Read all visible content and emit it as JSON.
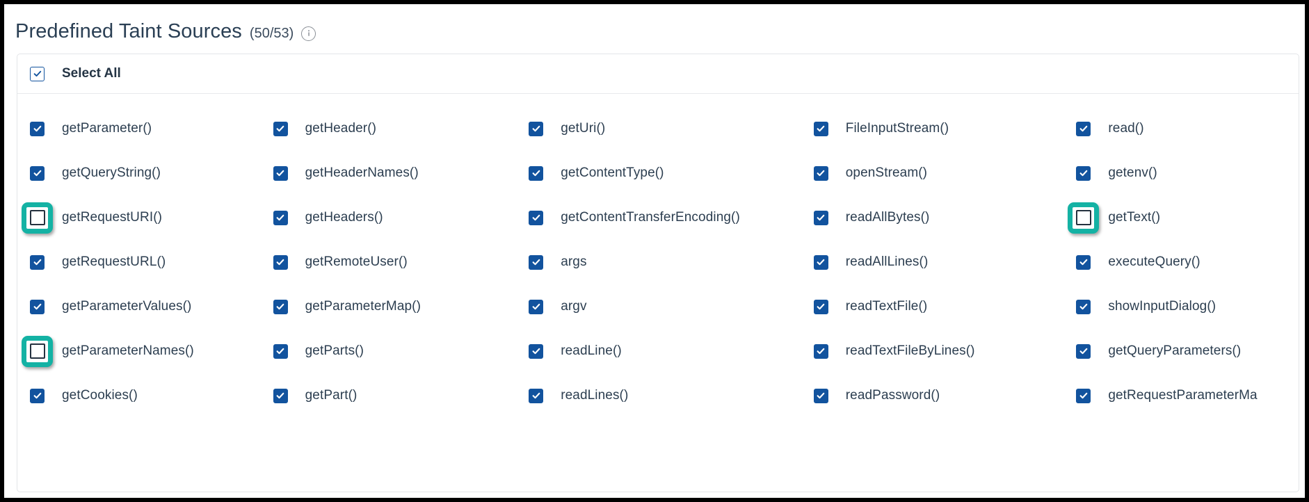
{
  "header": {
    "title": "Predefined Taint Sources",
    "count": "(50/53)",
    "info_icon": "info-circle-icon",
    "info_glyph": "i"
  },
  "card": {
    "select_all": {
      "label": "Select All",
      "checked": true,
      "style": "outline"
    }
  },
  "colors": {
    "checkbox_checked": "#12539e",
    "checkbox_unchecked_border": "#24313f",
    "highlight_ring": "#14b2a4",
    "text": "#2c3e50",
    "card_border": "#e3e5e8",
    "frame": "#000000"
  },
  "columns": [
    {
      "items": [
        {
          "label": "getParameter()",
          "checked": true,
          "highlighted": false
        },
        {
          "label": "getQueryString()",
          "checked": true,
          "highlighted": false
        },
        {
          "label": "getRequestURI()",
          "checked": false,
          "highlighted": true
        },
        {
          "label": "getRequestURL()",
          "checked": true,
          "highlighted": false
        },
        {
          "label": "getParameterValues()",
          "checked": true,
          "highlighted": false
        },
        {
          "label": "getParameterNames()",
          "checked": false,
          "highlighted": true
        },
        {
          "label": "getCookies()",
          "checked": true,
          "highlighted": false
        }
      ]
    },
    {
      "items": [
        {
          "label": "getHeader()",
          "checked": true,
          "highlighted": false
        },
        {
          "label": "getHeaderNames()",
          "checked": true,
          "highlighted": false
        },
        {
          "label": "getHeaders()",
          "checked": true,
          "highlighted": false
        },
        {
          "label": "getRemoteUser()",
          "checked": true,
          "highlighted": false
        },
        {
          "label": "getParameterMap()",
          "checked": true,
          "highlighted": false
        },
        {
          "label": "getParts()",
          "checked": true,
          "highlighted": false
        },
        {
          "label": "getPart()",
          "checked": true,
          "highlighted": false
        }
      ]
    },
    {
      "items": [
        {
          "label": "getUri()",
          "checked": true,
          "highlighted": false
        },
        {
          "label": "getContentType()",
          "checked": true,
          "highlighted": false
        },
        {
          "label": "getContentTransferEncoding()",
          "checked": true,
          "highlighted": false
        },
        {
          "label": "args",
          "checked": true,
          "highlighted": false
        },
        {
          "label": "argv",
          "checked": true,
          "highlighted": false
        },
        {
          "label": "readLine()",
          "checked": true,
          "highlighted": false
        },
        {
          "label": "readLines()",
          "checked": true,
          "highlighted": false
        }
      ]
    },
    {
      "items": [
        {
          "label": "FileInputStream()",
          "checked": true,
          "highlighted": false
        },
        {
          "label": "openStream()",
          "checked": true,
          "highlighted": false
        },
        {
          "label": "readAllBytes()",
          "checked": true,
          "highlighted": false
        },
        {
          "label": "readAllLines()",
          "checked": true,
          "highlighted": false
        },
        {
          "label": "readTextFile()",
          "checked": true,
          "highlighted": false
        },
        {
          "label": "readTextFileByLines()",
          "checked": true,
          "highlighted": false
        },
        {
          "label": "readPassword()",
          "checked": true,
          "highlighted": false
        }
      ]
    },
    {
      "items": [
        {
          "label": "read()",
          "checked": true,
          "highlighted": false
        },
        {
          "label": "getenv()",
          "checked": true,
          "highlighted": false
        },
        {
          "label": "getText()",
          "checked": false,
          "highlighted": true
        },
        {
          "label": "executeQuery()",
          "checked": true,
          "highlighted": false
        },
        {
          "label": "showInputDialog()",
          "checked": true,
          "highlighted": false
        },
        {
          "label": "getQueryParameters()",
          "checked": true,
          "highlighted": false
        },
        {
          "label": "getRequestParameterMa",
          "checked": true,
          "highlighted": false
        }
      ]
    }
  ]
}
